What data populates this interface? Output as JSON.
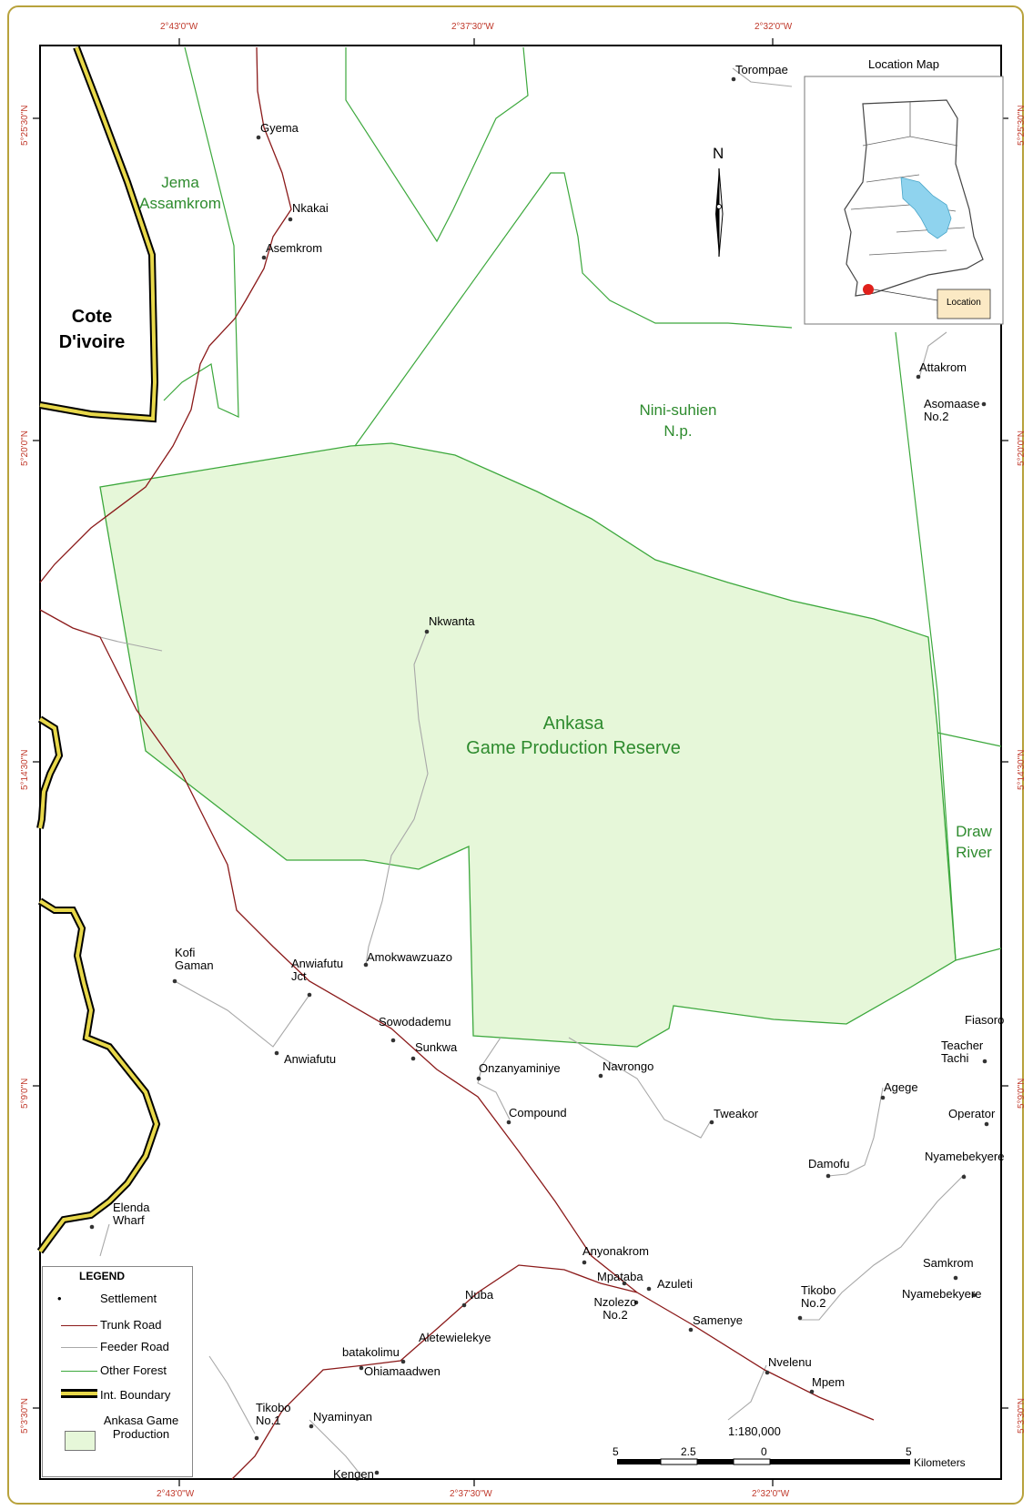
{
  "map": {
    "country_label": [
      "Cote",
      "D'ivoire"
    ],
    "forests": [
      {
        "key": "jema",
        "lines": [
          "Jema",
          "Assamkrom"
        ]
      },
      {
        "key": "nini",
        "lines": [
          "Nini-suhien",
          "N.p."
        ]
      },
      {
        "key": "ankasa",
        "lines": [
          "Ankasa",
          "Game Production Reserve"
        ]
      },
      {
        "key": "draw",
        "lines": [
          "Draw",
          "River"
        ]
      }
    ],
    "settlements": [
      "Torompae",
      "Gyema",
      "Nkakai",
      "Asemkrom",
      "Attakrom",
      "Asomaase No.2",
      "Nkwanta",
      "Kofi Gaman",
      "Anwiafutu Jct",
      "Amokwawzuazo",
      "Sowodademu",
      "Sunkwa",
      "Anwiafutu",
      "Onzanyaminiye",
      "Navrongo",
      "Compound",
      "Tweakor",
      "Fiasoro",
      "Teacher Tachi",
      "Agege",
      "Operator",
      "Damofu",
      "Nyamebekyere",
      "Elenda Wharf",
      "Anyonakrom",
      "Mpataba",
      "Azuleti",
      "Nzolezo No.2",
      "Samenye",
      "Tikobo No.2",
      "Samkrom",
      "Nyamebekyere",
      "Nuba",
      "Aletewielekye",
      "batakolimu",
      "Ohiamaadwen",
      "Tikobo No.1",
      "Nyaminyan",
      "Nvelenu",
      "Mpem",
      "Kengen"
    ],
    "graticule": {
      "lon_top": [
        "2°43'0\"W",
        "2°37'30\"W",
        "2°32'0\"W"
      ],
      "lon_bottom": [
        "2°43'0\"W",
        "2°37'30\"W",
        "2°32'0\"W"
      ],
      "lat": [
        "5°25'30\"N",
        "5°20'0\"N",
        "5°14'30\"N",
        "5°9'0\"N",
        "5°3'30\"N"
      ]
    },
    "north_arrow": "N",
    "colors": {
      "reserve_fill": "#e6f7d9",
      "forest_line": "#3ca83c",
      "trunk_road": "#8b1a1a",
      "feeder_road": "#a8a8a8",
      "boundary": "#e8d84a",
      "inset_water": "#8fd3ee",
      "location_dot": "#e0201b"
    }
  },
  "inset": {
    "title": "Location Map",
    "callout": "Location"
  },
  "legend": {
    "title": "LEGEND",
    "items": [
      "Settlement",
      "Trunk Road",
      "Feeder Road",
      "Other Forest",
      "Int. Boundary",
      "Ankasa Game Production"
    ]
  },
  "scale": {
    "ratio": "1:180,000",
    "ticks": [
      "5",
      "2.5",
      "0",
      "5"
    ],
    "unit": "Kilometers"
  }
}
